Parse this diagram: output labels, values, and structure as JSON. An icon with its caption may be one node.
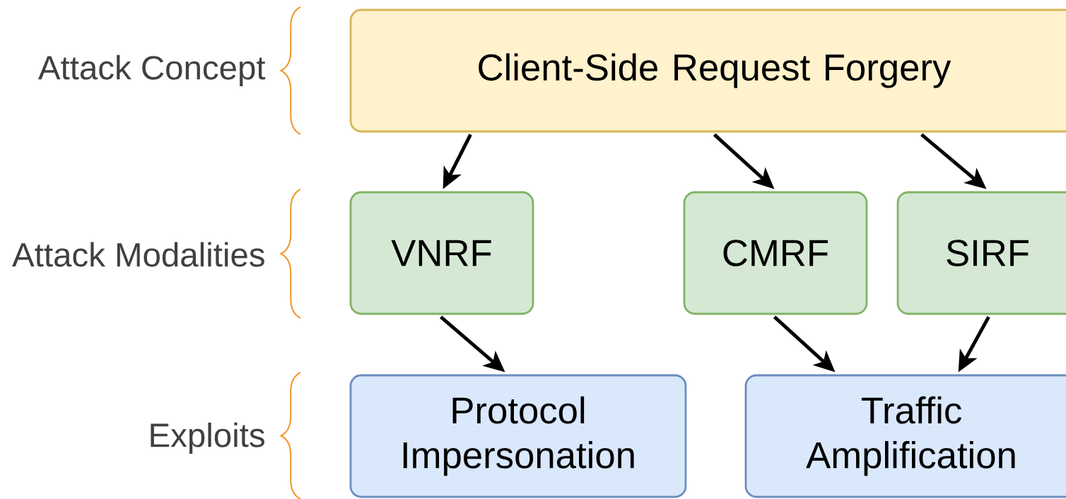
{
  "diagram": {
    "nodes": [
      {
        "text": [
          "Client-Side Request Forgery"
        ]
      },
      {
        "text": [
          "VNRF"
        ]
      },
      {
        "text": [
          "CMRF"
        ]
      },
      {
        "text": [
          "SIRF"
        ]
      },
      {
        "text": [
          "Protocol Impersonation"
        ]
      },
      {
        "text": [
          "Traffic Amplification"
        ]
      }
    ],
    "edges": [
      {
        "from": 0,
        "to": 1,
        "arrow": "to"
      },
      {
        "from": 0,
        "to": 2,
        "arrow": "to"
      },
      {
        "from": 0,
        "to": 3,
        "arrow": "to"
      },
      {
        "from": 1,
        "to": 4,
        "arrow": "to"
      },
      {
        "from": 2,
        "to": 5,
        "arrow": "to"
      },
      {
        "from": 3,
        "to": 5,
        "arrow": "to"
      }
    ],
    "labels": [
      "Attack Concept",
      "Attack Modalities",
      "Exploits"
    ]
  }
}
